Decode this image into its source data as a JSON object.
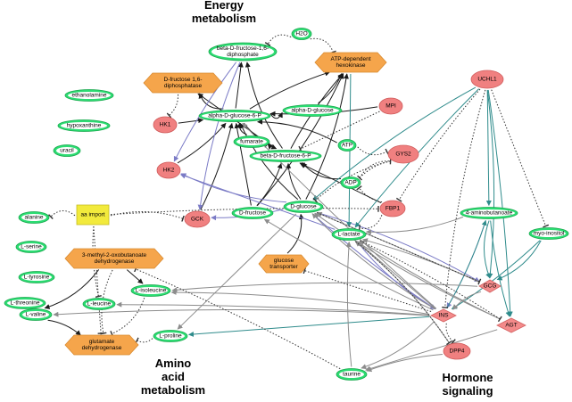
{
  "sections": [
    {
      "id": "energy",
      "lines": [
        "Energy",
        "metabolism"
      ]
    },
    {
      "id": "amino",
      "lines": [
        "Amino",
        "acid",
        "metabolism"
      ]
    },
    {
      "id": "hormone",
      "lines": [
        "Hormone",
        "signaling"
      ]
    }
  ],
  "nodes": [
    {
      "id": "beta_fbp",
      "kind": "metabolite",
      "lines": [
        "beta-D-fructose-1,6-",
        "diphosphate"
      ]
    },
    {
      "id": "h2o",
      "kind": "metabolite",
      "lines": [
        "H2O"
      ]
    },
    {
      "id": "atp_hk",
      "kind": "enzyme",
      "lines": [
        "ATP-dependent",
        "hexokinase"
      ]
    },
    {
      "id": "fbpase",
      "kind": "enzyme",
      "lines": [
        "D-fructose 1,6-",
        "diphosphatase"
      ]
    },
    {
      "id": "ethanolamine",
      "kind": "metabolite",
      "lines": [
        "ethanolamine"
      ]
    },
    {
      "id": "hypoxanthine",
      "kind": "metabolite",
      "lines": [
        "hypoxanthine"
      ]
    },
    {
      "id": "uracil",
      "kind": "metabolite",
      "lines": [
        "uracil"
      ]
    },
    {
      "id": "alpha_g6p",
      "kind": "metabolite",
      "lines": [
        "alpha-D-glucose-6-P"
      ]
    },
    {
      "id": "alpha_glc",
      "kind": "metabolite",
      "lines": [
        "alpha-D-glucose"
      ]
    },
    {
      "id": "mpi",
      "kind": "gene",
      "lines": [
        "MPI"
      ]
    },
    {
      "id": "hk1",
      "kind": "gene",
      "lines": [
        "HK1"
      ]
    },
    {
      "id": "hk2",
      "kind": "gene",
      "lines": [
        "HK2"
      ]
    },
    {
      "id": "fumarate",
      "kind": "metabolite",
      "lines": [
        "fumarate"
      ]
    },
    {
      "id": "beta_f6p",
      "kind": "metabolite",
      "lines": [
        "beta-D-fructose-6-P"
      ]
    },
    {
      "id": "atp",
      "kind": "metabolite",
      "lines": [
        "ATP"
      ]
    },
    {
      "id": "gys2",
      "kind": "gene",
      "lines": [
        "GYS2"
      ]
    },
    {
      "id": "adp",
      "kind": "metabolite",
      "lines": [
        "ADP"
      ]
    },
    {
      "id": "uchl1",
      "kind": "gene",
      "lines": [
        "UCHL1"
      ]
    },
    {
      "id": "alanine",
      "kind": "metabolite",
      "lines": [
        "alanine"
      ]
    },
    {
      "id": "aa_import",
      "kind": "process",
      "lines": [
        "aa import"
      ]
    },
    {
      "id": "gck",
      "kind": "gene",
      "lines": [
        "GCK"
      ]
    },
    {
      "id": "d_fructose",
      "kind": "metabolite",
      "lines": [
        "D-fructose"
      ]
    },
    {
      "id": "d_glucose",
      "kind": "metabolite",
      "lines": [
        "D-glucose"
      ]
    },
    {
      "id": "fbp1",
      "kind": "gene",
      "lines": [
        "FBP1"
      ]
    },
    {
      "id": "gaba",
      "kind": "metabolite",
      "lines": [
        "4-aminobutanoate"
      ]
    },
    {
      "id": "l_serine",
      "kind": "metabolite",
      "lines": [
        "L-serine"
      ]
    },
    {
      "id": "l_lactate",
      "kind": "metabolite",
      "lines": [
        "L-lactate"
      ]
    },
    {
      "id": "myo_inositol",
      "kind": "metabolite",
      "lines": [
        "myo-inositol"
      ]
    },
    {
      "id": "mob_dh",
      "kind": "enzyme",
      "lines": [
        "3-methyl-2-oxobutanoate",
        "dehydrogenase"
      ]
    },
    {
      "id": "glc_transporter",
      "kind": "enzyme",
      "lines": [
        "glucose",
        "transporter"
      ]
    },
    {
      "id": "l_tyrosine",
      "kind": "metabolite",
      "lines": [
        "L-tyrosine"
      ]
    },
    {
      "id": "l_isoleucine",
      "kind": "metabolite",
      "lines": [
        "L-isoleucine"
      ]
    },
    {
      "id": "gcg",
      "kind": "hormone",
      "lines": [
        "GCG"
      ]
    },
    {
      "id": "l_threonine",
      "kind": "metabolite",
      "lines": [
        "L-threonine"
      ]
    },
    {
      "id": "l_valine",
      "kind": "metabolite",
      "lines": [
        "L-valine"
      ]
    },
    {
      "id": "l_leucine",
      "kind": "metabolite",
      "lines": [
        "L-leucine"
      ]
    },
    {
      "id": "ins",
      "kind": "hormone",
      "lines": [
        "INS"
      ]
    },
    {
      "id": "agt",
      "kind": "hormone",
      "lines": [
        "AGT"
      ]
    },
    {
      "id": "l_proline",
      "kind": "metabolite",
      "lines": [
        "L-proline"
      ]
    },
    {
      "id": "glu_dh",
      "kind": "enzyme",
      "lines": [
        "glutamate",
        "dehydrogenase"
      ]
    },
    {
      "id": "dpp4",
      "kind": "gene",
      "lines": [
        "DPP4"
      ]
    },
    {
      "id": "taurine",
      "kind": "metabolite",
      "lines": [
        "taurine"
      ]
    }
  ],
  "edges": [
    {
      "from": "alpha_g6p",
      "to": "fbpase",
      "style": "black"
    },
    {
      "from": "alpha_g6p",
      "to": "atp_hk",
      "style": "black"
    },
    {
      "from": "alpha_g6p",
      "to": "beta_fbp",
      "style": "black"
    },
    {
      "from": "alpha_g6p",
      "to": "beta_f6p",
      "style": "black"
    },
    {
      "from": "alpha_g6p",
      "to": "alpha_glc",
      "style": "black"
    },
    {
      "from": "beta_f6p",
      "to": "beta_fbp",
      "style": "black"
    },
    {
      "from": "beta_f6p",
      "to": "atp_hk",
      "style": "black"
    },
    {
      "from": "beta_f6p",
      "to": "fbpase",
      "style": "black"
    },
    {
      "from": "alpha_glc",
      "to": "atp_hk",
      "style": "black"
    },
    {
      "from": "d_glucose",
      "to": "atp_hk",
      "style": "black"
    },
    {
      "from": "d_glucose",
      "to": "alpha_g6p",
      "style": "black"
    },
    {
      "from": "d_glucose",
      "to": "beta_f6p",
      "style": "black"
    },
    {
      "from": "d_fructose",
      "to": "alpha_g6p",
      "style": "black"
    },
    {
      "from": "d_fructose",
      "to": "beta_f6p",
      "style": "black"
    },
    {
      "from": "d_fructose",
      "to": "atp_hk",
      "style": "black"
    },
    {
      "from": "fumarate",
      "to": "beta_f6p",
      "style": "black"
    },
    {
      "from": "fumarate",
      "to": "alpha_g6p",
      "style": "black"
    },
    {
      "from": "hk1",
      "to": "alpha_g6p",
      "style": "black"
    },
    {
      "from": "hk2",
      "to": "alpha_g6p",
      "style": "black"
    },
    {
      "from": "atp",
      "to": "alpha_g6p",
      "style": "black"
    },
    {
      "from": "adp",
      "to": "beta_f6p",
      "style": "black"
    },
    {
      "from": "mpi",
      "to": "alpha_g6p",
      "style": "black"
    },
    {
      "from": "fbp1",
      "to": "beta_f6p",
      "style": "black"
    },
    {
      "from": "gck",
      "to": "alpha_g6p",
      "style": "black"
    },
    {
      "from": "glc_transporter",
      "to": "d_glucose",
      "style": "black"
    },
    {
      "from": "mob_dh",
      "to": "l_valine",
      "style": "black"
    },
    {
      "from": "l_valine",
      "to": "glu_dh",
      "style": "black"
    },
    {
      "from": "mob_dh",
      "to": "l_isoleucine",
      "style": "black"
    },
    {
      "from": "beta_fbp",
      "to": "hk2",
      "style": "purple"
    },
    {
      "from": "beta_fbp",
      "to": "gck",
      "style": "purple"
    },
    {
      "from": "d_glucose",
      "to": "hk2",
      "style": "purple"
    },
    {
      "from": "d_glucose",
      "to": "gck",
      "style": "purple"
    },
    {
      "from": "l_lactate",
      "to": "hk2",
      "style": "purple"
    },
    {
      "from": "d_glucose",
      "to": "ins",
      "style": "purple"
    },
    {
      "from": "l_lactate",
      "to": "ins",
      "style": "purple"
    },
    {
      "from": "d_glucose",
      "to": "gcg",
      "style": "purple"
    },
    {
      "from": "gaba",
      "to": "ins",
      "style": "purple"
    },
    {
      "from": "uchl1",
      "to": "gaba",
      "style": "teal"
    },
    {
      "from": "uchl1",
      "to": "l_lactate",
      "style": "teal"
    },
    {
      "from": "uchl1",
      "to": "d_glucose",
      "style": "teal"
    },
    {
      "from": "uchl1",
      "to": "gcg",
      "style": "teal"
    },
    {
      "from": "uchl1",
      "to": "agt",
      "style": "teal"
    },
    {
      "from": "atp_hk",
      "to": "l_lactate",
      "style": "teal"
    },
    {
      "from": "gaba",
      "to": "agt",
      "style": "teal"
    },
    {
      "from": "gaba",
      "to": "gcg",
      "style": "teal"
    },
    {
      "from": "myo_inositol",
      "to": "gcg",
      "style": "teal"
    },
    {
      "from": "myo_inositol",
      "to": "ins",
      "style": "teal"
    },
    {
      "from": "ins",
      "to": "l_proline",
      "style": "teal"
    },
    {
      "from": "ins",
      "to": "gaba",
      "style": "teal"
    },
    {
      "from": "ins",
      "to": "l_isoleucine",
      "style": "gray"
    },
    {
      "from": "ins",
      "to": "d_glucose",
      "style": "gray"
    },
    {
      "from": "ins",
      "to": "d_fructose",
      "style": "gray"
    },
    {
      "from": "ins",
      "to": "l_lactate",
      "style": "gray"
    },
    {
      "from": "ins",
      "to": "l_leucine",
      "style": "gray"
    },
    {
      "from": "ins",
      "to": "l_valine",
      "style": "gray"
    },
    {
      "from": "ins",
      "to": "taurine",
      "style": "gray"
    },
    {
      "from": "ins",
      "to": "alpha_g6p",
      "style": "gray"
    },
    {
      "from": "gcg",
      "to": "d_glucose",
      "style": "gray"
    },
    {
      "from": "gcg",
      "to": "l_lactate",
      "style": "gray"
    },
    {
      "from": "gcg",
      "to": "l_isoleucine",
      "style": "gray"
    },
    {
      "from": "agt",
      "to": "d_glucose",
      "style": "gray"
    },
    {
      "from": "agt",
      "to": "l_lactate",
      "style": "gray"
    },
    {
      "from": "agt",
      "to": "taurine",
      "style": "gray"
    },
    {
      "from": "dpp4",
      "to": "taurine",
      "style": "gray"
    },
    {
      "from": "dpp4",
      "to": "l_lactate",
      "style": "gray"
    },
    {
      "from": "gaba",
      "to": "l_lactate",
      "style": "gray"
    },
    {
      "from": "taurine",
      "to": "l_lactate",
      "style": "gray"
    },
    {
      "from": "d_glucose",
      "to": "l_proline",
      "style": "gray"
    },
    {
      "from": "gcg",
      "to": "ins",
      "style": "gray"
    },
    {
      "from": "aa_import",
      "to": "alanine",
      "style": "dotted"
    },
    {
      "from": "aa_import",
      "to": "gck",
      "style": "dotted"
    },
    {
      "from": "aa_import",
      "to": "fbp1",
      "style": "dotted"
    },
    {
      "from": "aa_import",
      "to": "glu_dh",
      "style": "dotted"
    },
    {
      "from": "aa_import",
      "to": "l_leucine",
      "style": "dotted"
    },
    {
      "from": "h2o",
      "to": "beta_fbp",
      "style": "dotted"
    },
    {
      "from": "h2o",
      "to": "atp_hk",
      "style": "dotted"
    },
    {
      "from": "fbpase",
      "to": "hk1",
      "style": "dotted"
    },
    {
      "from": "mpi",
      "to": "beta_f6p",
      "style": "dotted"
    },
    {
      "from": "gys2",
      "to": "adp",
      "style": "dotted"
    },
    {
      "from": "gys2",
      "to": "d_glucose",
      "style": "dotted"
    },
    {
      "from": "fbp1",
      "to": "l_lactate",
      "style": "dotted"
    },
    {
      "from": "fbp1",
      "to": "adp",
      "style": "dotted"
    },
    {
      "from": "uchl1",
      "to": "myo_inositol",
      "style": "dotted"
    },
    {
      "from": "uchl1",
      "to": "fbp1",
      "style": "dotted"
    },
    {
      "from": "uchl1",
      "to": "ins",
      "style": "dotted"
    },
    {
      "from": "l_lactate",
      "to": "dpp4",
      "style": "dotted"
    },
    {
      "from": "l_lactate",
      "to": "agt",
      "style": "dotted"
    },
    {
      "from": "ins",
      "to": "glc_transporter",
      "style": "dotted"
    },
    {
      "from": "ins",
      "to": "dpp4",
      "style": "dotted"
    },
    {
      "from": "mob_dh",
      "to": "glu_dh",
      "style": "dotted"
    },
    {
      "from": "l_isoleucine",
      "to": "glu_dh",
      "style": "dotted"
    },
    {
      "from": "l_proline",
      "to": "glu_dh",
      "style": "dotted"
    },
    {
      "from": "d_glucose",
      "to": "gcg",
      "style": "dotted"
    },
    {
      "from": "taurine",
      "to": "mob_dh",
      "style": "dotted"
    },
    {
      "from": "atp",
      "to": "gys2",
      "style": "dotted"
    },
    {
      "from": "adp",
      "to": "gys2",
      "style": "dotted"
    }
  ],
  "styles": {
    "metabolite": {
      "fill": "#2cdc72",
      "inner": "#ffffff",
      "stroke": "#1aa84e"
    },
    "gene": {
      "fill": "#f08080",
      "stroke": "#d05c5c"
    },
    "enzyme": {
      "fill": "#f5a54b",
      "stroke": "#d98a2f"
    },
    "process": {
      "fill": "#f2ea3c",
      "stroke": "#c4bd22"
    },
    "hormone": {
      "fill": "#f38a8a",
      "stroke": "#d46262"
    },
    "edge_black": "#1a1a1a",
    "edge_gray": "#8c8c8c",
    "edge_teal": "#2e8b8b",
    "edge_purple": "#7b7bc6",
    "edge_dotted": "#333333"
  }
}
